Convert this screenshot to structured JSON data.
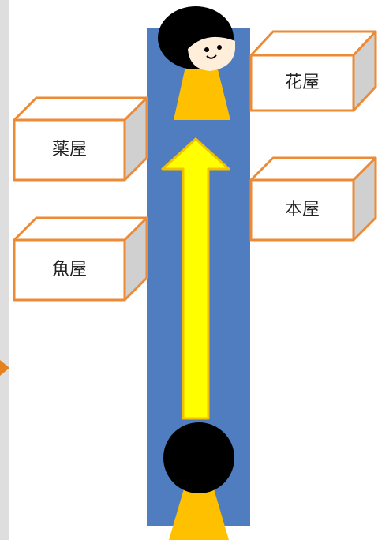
{
  "shops": [
    {
      "id": "flower",
      "label": "花屋"
    },
    {
      "id": "pharmacy",
      "label": "薬屋"
    },
    {
      "id": "book",
      "label": "本屋"
    },
    {
      "id": "fish",
      "label": "魚屋"
    }
  ],
  "colors": {
    "road": "#4f7dbf",
    "arrow_fill": "#ffff00",
    "arrow_stroke": "#f2c200",
    "box_stroke": "#ed8a35",
    "box_side": "#d0d0d0",
    "box_face": "#ffffff",
    "person_body": "#ffc000",
    "person_head": "#000000",
    "face": "#ffeeda",
    "edge_arrow": "#e6821e"
  }
}
